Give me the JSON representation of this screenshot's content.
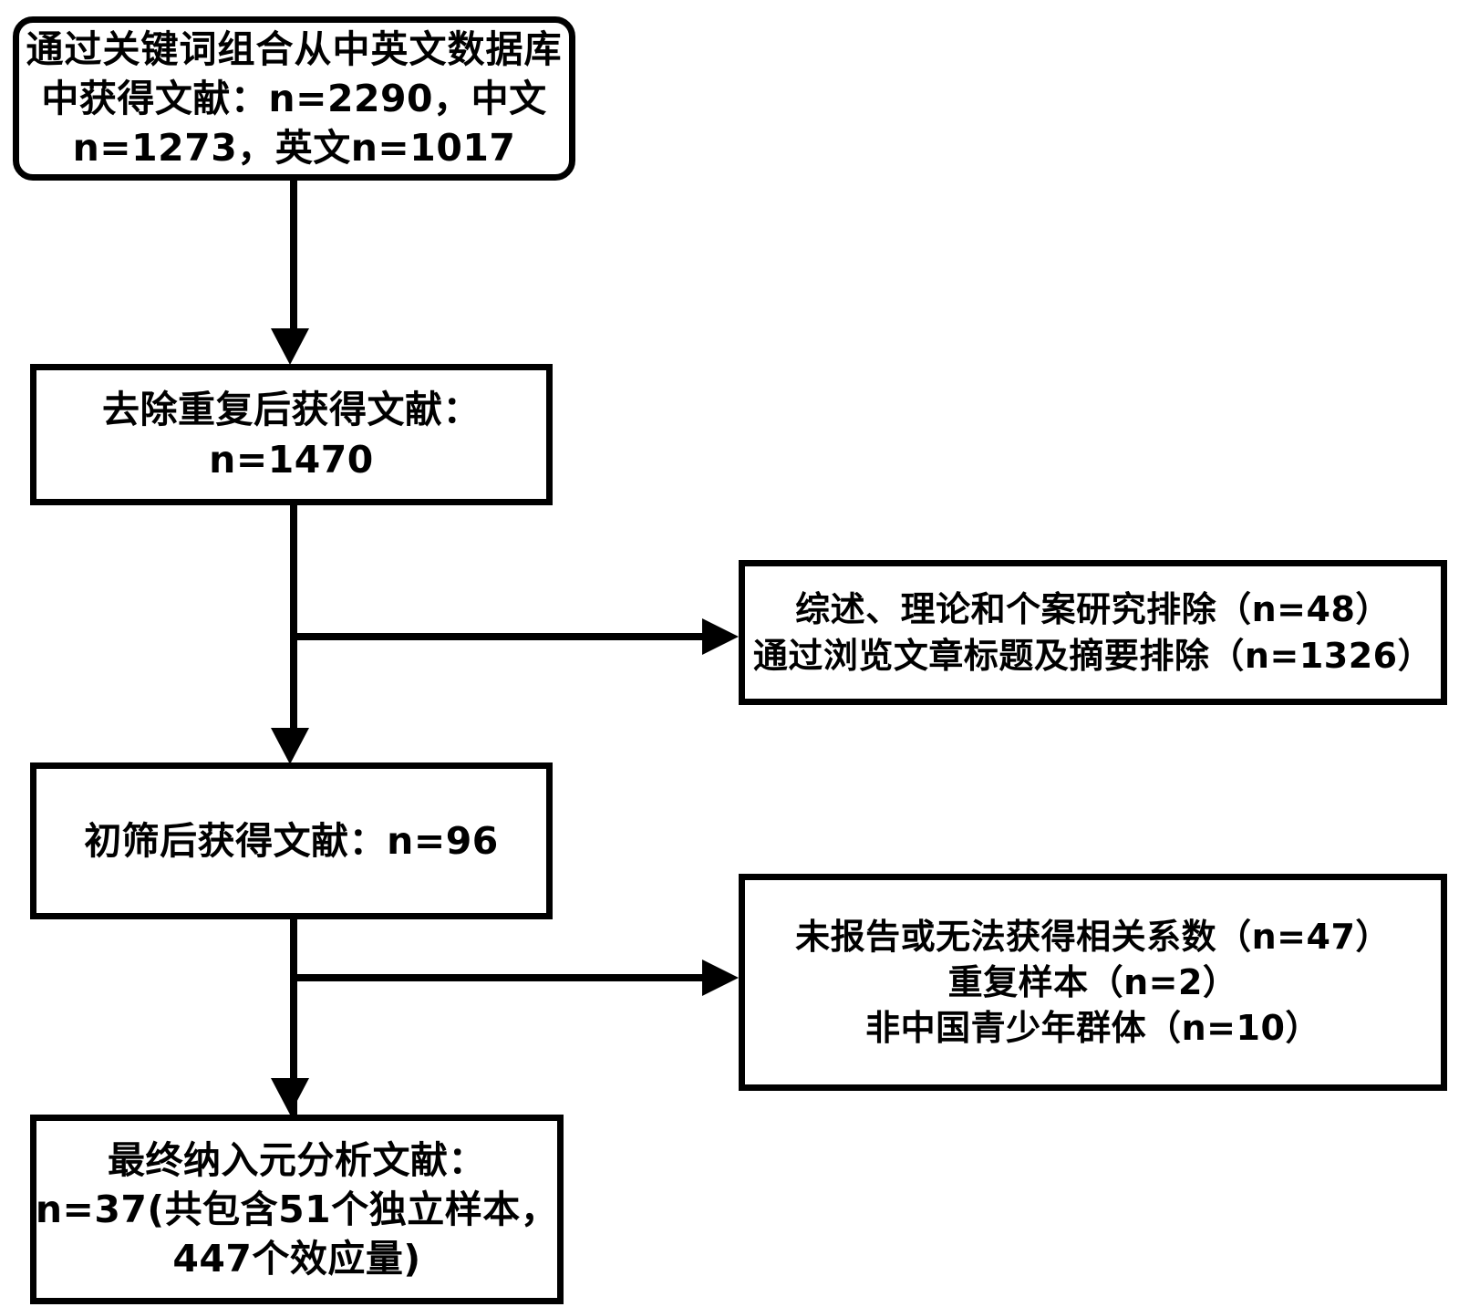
{
  "diagram": {
    "title": "PRISMA literature screening flowchart",
    "colors": {
      "line": "#000000",
      "box_fill": "#ffffff",
      "text": "#000000"
    },
    "boxes": {
      "source": {
        "lines": [
          "通过关键词组合从中英文数据库",
          "中获得文献：n=2290，中文",
          "n=1273，英文n=1017"
        ]
      },
      "dedup": {
        "lines": [
          "去除重复后获得文献：",
          "n=1470"
        ]
      },
      "screened": {
        "lines": [
          "初筛后获得文献：n=96"
        ]
      },
      "included": {
        "lines": [
          "最终纳入元分析文献：",
          "n=37(共包含51个独立样本，",
          "447个效应量)"
        ]
      },
      "exclusion_1": {
        "lines": [
          "综述、理论和个案研究排除（n=48）",
          "通过浏览文章标题及摘要排除（n=1326）"
        ]
      },
      "exclusion_2": {
        "lines": [
          "未报告或无法获得相关系数（n=47）",
          "重复样本（n=2）",
          "非中国青少年群体（n=10）"
        ]
      }
    },
    "connectors": [
      {
        "name": "source-to-dedup",
        "type": "arrow-down"
      },
      {
        "name": "dedup-to-screened",
        "type": "arrow-down"
      },
      {
        "name": "dedup-to-exclusion-1",
        "type": "arrow-right"
      },
      {
        "name": "screened-to-included",
        "type": "arrow-down"
      },
      {
        "name": "screened-to-exclusion-2",
        "type": "arrow-right"
      }
    ]
  }
}
